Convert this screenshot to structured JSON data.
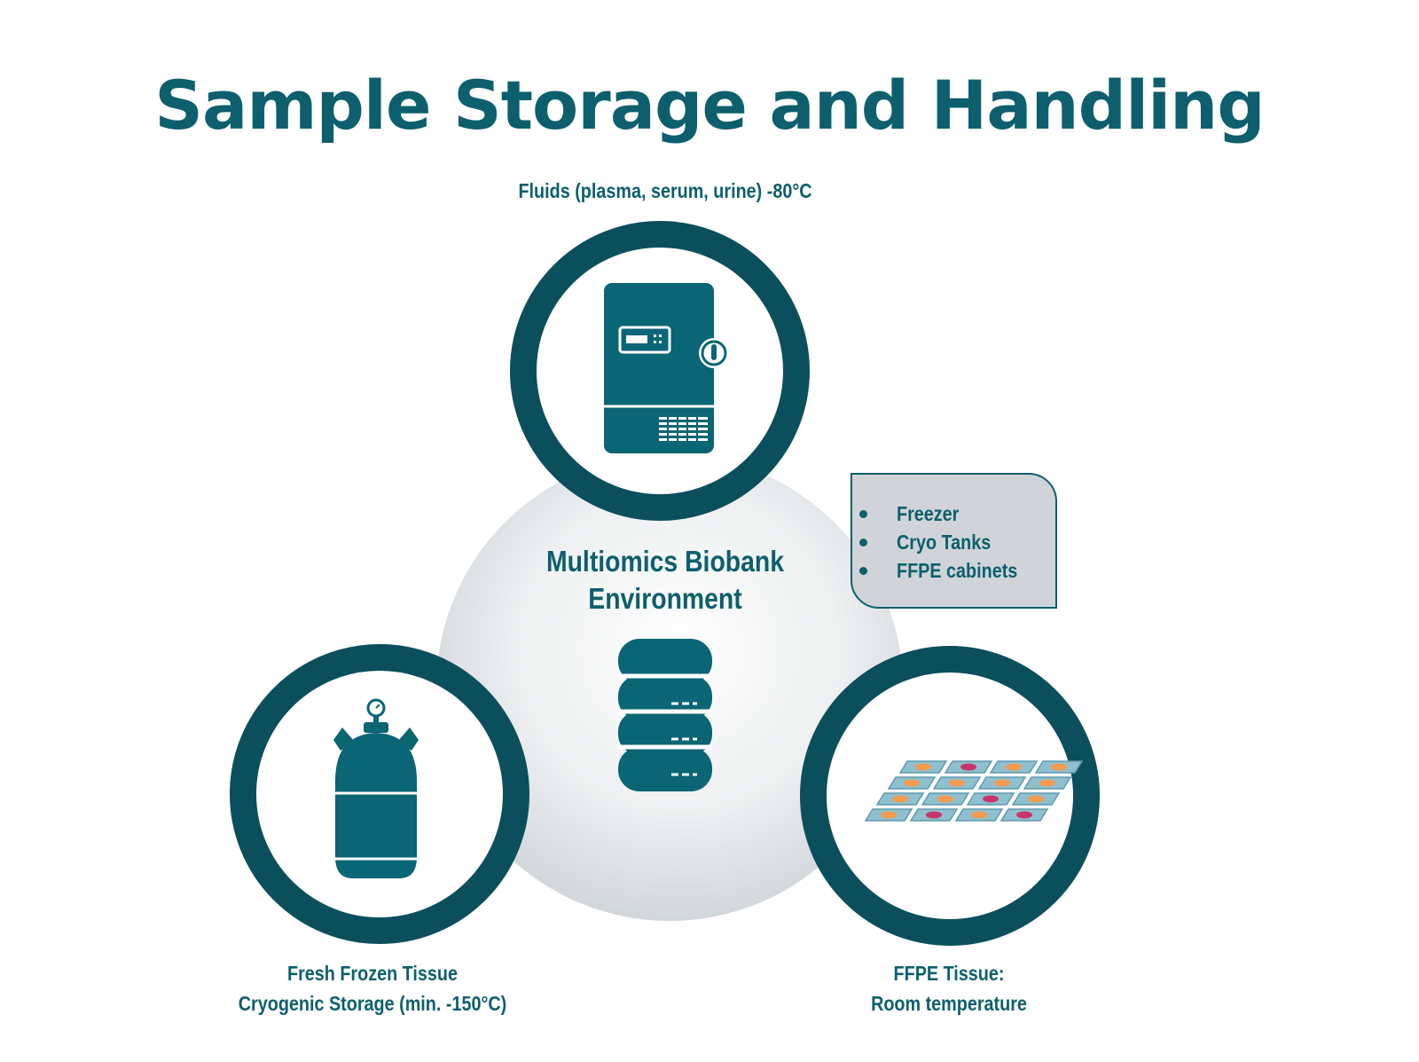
{
  "title": "Sample Storage and Handling",
  "center": {
    "line1": "Multiomics Biobank",
    "line2": "Environment"
  },
  "nodes": {
    "fluids": {
      "caption": "Fluids (plasma, serum, urine) -80°C",
      "icon": "freezer-icon"
    },
    "cryo": {
      "caption_line1": "Fresh Frozen Tissue",
      "caption_line2": "Cryogenic Storage (min. -150°C)",
      "icon": "cryo-tank-icon"
    },
    "ffpe": {
      "caption_line1": "FFPE Tissue:",
      "caption_line2": "Room temperature",
      "icon": "tissue-slides-icon"
    }
  },
  "storage_list": {
    "items": [
      "Freezer",
      "Cryo Tanks",
      "FFPE cabinets"
    ]
  },
  "colors": {
    "teal_dark": "#0d5f6d",
    "teal_ring": "#0b4f5c",
    "teal_fill": "#0a6574",
    "slide_fill": "#8fc0cf",
    "tissue_orange": "#f39a4e",
    "tissue_magenta": "#c8356a",
    "box_bg": "#d0d4d8"
  }
}
